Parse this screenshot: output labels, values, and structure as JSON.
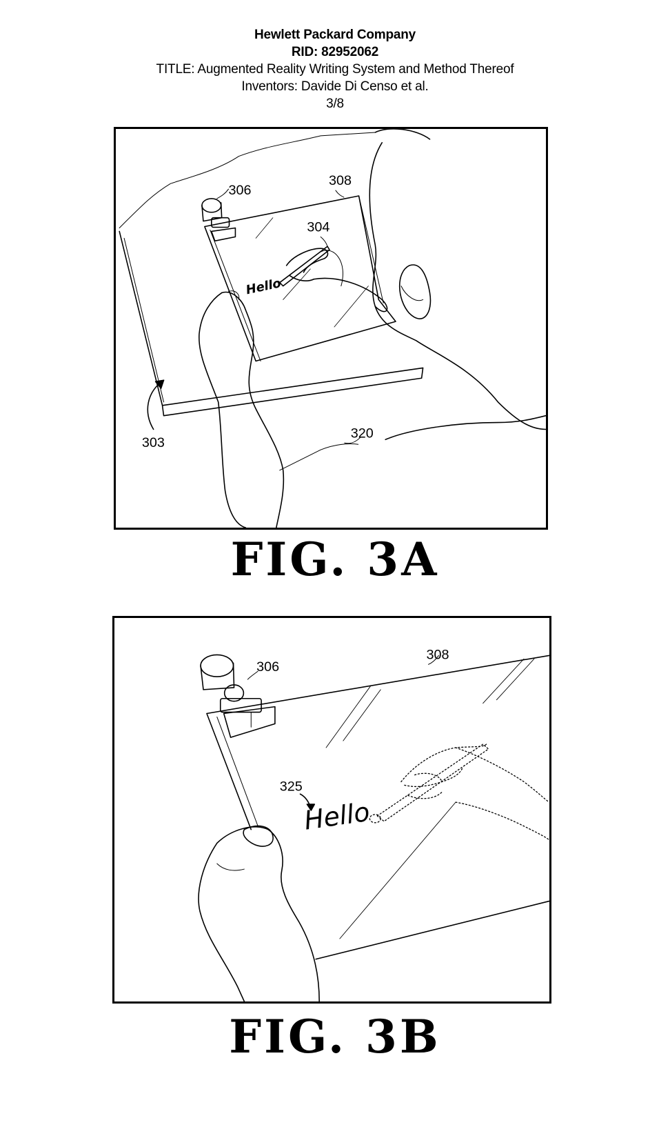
{
  "header": {
    "company": "Hewlett Packard Company",
    "rid": "RID: 82952062",
    "title": "TITLE: Augmented Reality Writing System and Method Thereof",
    "inventors": "Inventors: Davide Di Censo et al.",
    "sheet": "3/8"
  },
  "figures": [
    {
      "caption": "FIG. 3A",
      "handwritten_text": "Hello",
      "reference_numerals": {
        "camera": "306",
        "transparent_panel": "308",
        "stylus": "304",
        "device": "303",
        "user": "320"
      }
    },
    {
      "caption": "FIG. 3B",
      "handwritten_text": "Hello",
      "reference_numerals": {
        "camera": "306",
        "transparent_panel": "308",
        "augmented_text": "325"
      }
    }
  ]
}
